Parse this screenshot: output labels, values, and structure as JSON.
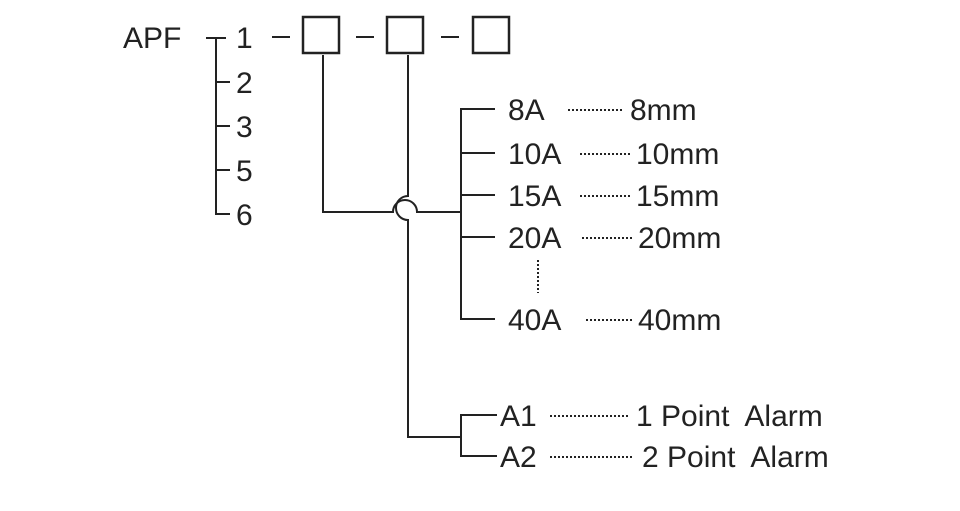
{
  "model": {
    "prefix": "APF",
    "first_digit_options": [
      "1",
      "2",
      "3",
      "5",
      "6"
    ],
    "separator": "-"
  },
  "size_options": [
    {
      "code": "8A",
      "desc": "8mm"
    },
    {
      "code": "10A",
      "desc": "10mm"
    },
    {
      "code": "15A",
      "desc": "15mm"
    },
    {
      "code": "20A",
      "desc": "20mm"
    },
    {
      "code": "40A",
      "desc": "40mm"
    }
  ],
  "alarm_options": [
    {
      "code": "A1",
      "desc": "1 Point  Alarm"
    },
    {
      "code": "A2",
      "desc": "2 Point  Alarm"
    }
  ]
}
